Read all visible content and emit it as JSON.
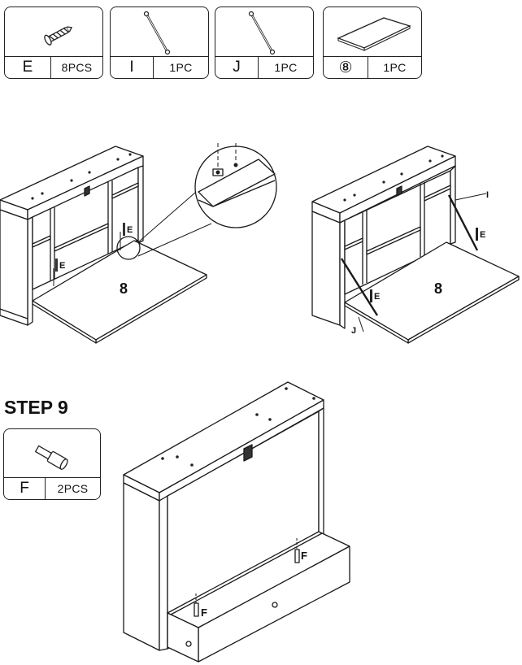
{
  "parts": [
    {
      "code": "E",
      "qty": "8PCS",
      "icon": "screw-icon"
    },
    {
      "code": "I",
      "qty": "1PC",
      "icon": "support-rod-i-icon"
    },
    {
      "code": "J",
      "qty": "1PC",
      "icon": "support-rod-j-icon"
    },
    {
      "code": "⑧",
      "qty": "1PC",
      "icon": "board-panel-icon"
    }
  ],
  "step9": {
    "title": "STEP 9",
    "part": {
      "code": "F",
      "qty": "2PCS",
      "icon": "knob-pin-icon"
    }
  },
  "labels": {
    "left_panel_number": "8",
    "left_screw_label_a": "E",
    "left_screw_label_b": "E",
    "right_panel_number": "8",
    "right_rod_i": "I",
    "right_rod_j": "J",
    "right_screw_label_a": "E",
    "right_screw_label_b": "E",
    "step9_pin_a": "F",
    "step9_pin_b": "F"
  }
}
